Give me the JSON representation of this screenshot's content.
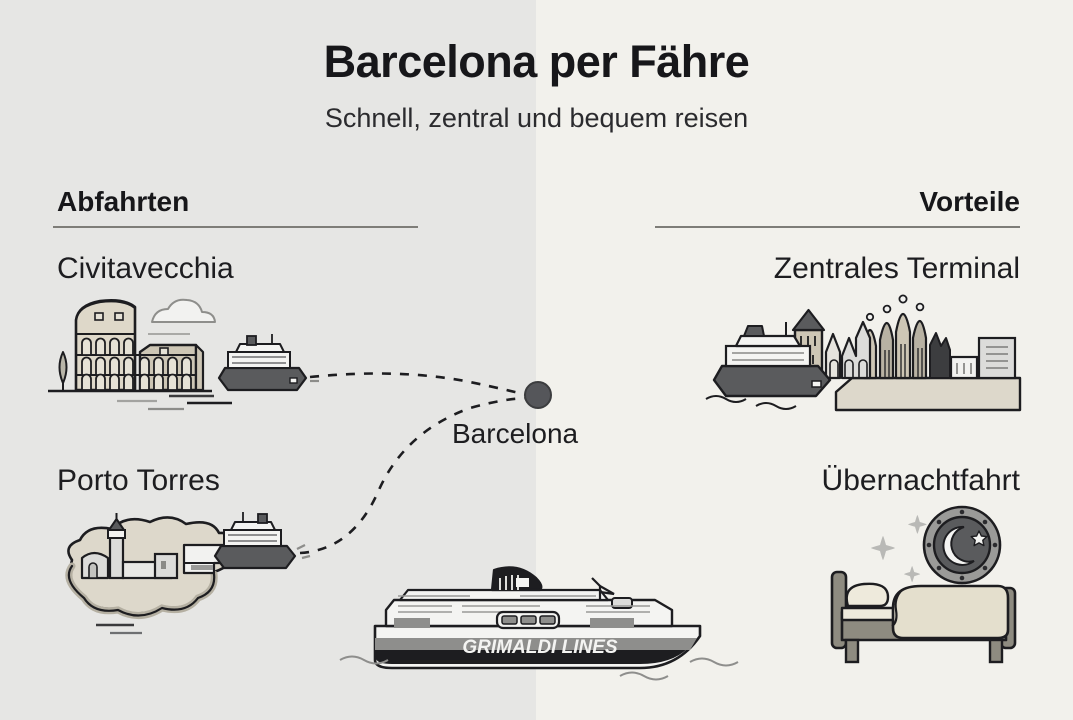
{
  "poster": {
    "title": "Barcelona per Fähre",
    "subtitle": "Schnell, zentral und bequem reisen",
    "bg_left_color": "#e6e6e4",
    "bg_right_color": "#f2f1ec"
  },
  "columns": {
    "left": {
      "heading": "Abfahrten",
      "items": [
        {
          "label": "Civitavecchia",
          "illustration": "colosseum-ferry-illustration"
        },
        {
          "label": "Porto Torres",
          "illustration": "sardinia-island-ferry-illustration"
        }
      ]
    },
    "right": {
      "heading": "Vorteile",
      "items": [
        {
          "label": "Zentrales Terminal",
          "illustration": "barcelona-skyline-ferry-illustration"
        },
        {
          "label": "Übernachtfahrt",
          "illustration": "bed-night-porthole-illustration"
        }
      ]
    }
  },
  "map": {
    "hub_label": "Barcelona",
    "hub_color": "#55565a",
    "route_color": "#1d1d20",
    "routes": [
      {
        "from": "Civitavecchia",
        "to": "Barcelona",
        "style": "dashed"
      },
      {
        "from": "Porto Torres",
        "to": "Barcelona",
        "style": "dashed"
      }
    ]
  },
  "hero_ferry": {
    "name": "grimaldi-lines-ferry",
    "hull_text": "GRIMALDI LINES"
  },
  "palette": {
    "ink": "#1d1d20",
    "hull_dark": "#5a5b5d",
    "hull_darker": "#3c3d3f",
    "stone": "#cdc6b5",
    "stone_light": "#ded8c9",
    "quay": "#ddd8cb",
    "grey_mid": "#9a9a98",
    "grey_light": "#d8d8d6",
    "cream": "#eeeadc"
  }
}
